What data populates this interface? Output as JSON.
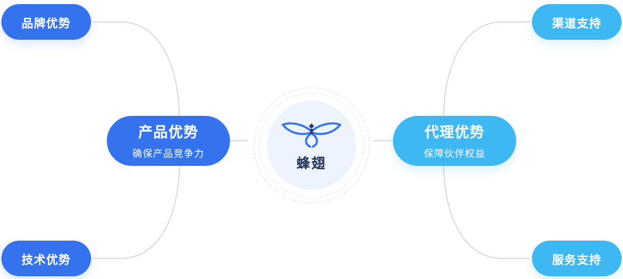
{
  "center": {
    "brand": "蜂翅",
    "logo_icon": "bee-wings-logo-icon"
  },
  "nodes": {
    "product": {
      "title": "产品优势",
      "subtitle": "确保产品竞争力"
    },
    "agency": {
      "title": "代理优势",
      "subtitle": "保障伙伴权益"
    }
  },
  "leaves": {
    "brand": "品牌优势",
    "tech": "技术优势",
    "channel": "渠道支持",
    "service": "服务支持"
  },
  "colors": {
    "primary_blue": "#3573ee",
    "light_blue": "#3db8f2",
    "connector": "#d3d6de",
    "center_bg": "#eef4fd"
  }
}
